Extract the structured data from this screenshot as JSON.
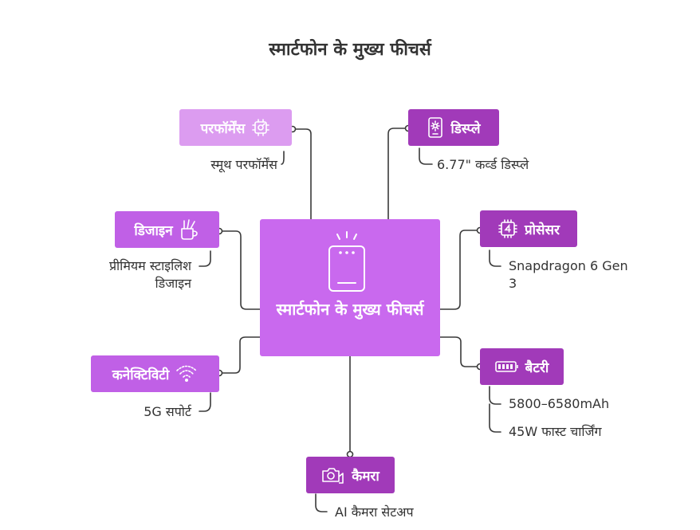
{
  "title": "स्मार्टफोन के मुख्य फीचर्स",
  "center": {
    "label": "स्मार्टफोन के मुख्य फीचर्स",
    "icon": "smartphone-icon"
  },
  "colors": {
    "center": "#c969ee",
    "light": "#dc9cf0",
    "medium": "#c060e6",
    "dark": "#a13ab9",
    "line": "#3a3a3a"
  },
  "nodes": {
    "performance": {
      "label": "परफॉर्मेंस",
      "icon": "chip-gear-icon",
      "detail": "स्मूथ परफॉर्मेंस"
    },
    "design": {
      "label": "डिजाइन",
      "icon": "pencil-cup-icon",
      "detail_lines": [
        "प्रीमियम स्टाइलिश",
        "डिजाइन"
      ]
    },
    "connectivity": {
      "label": "कनेक्टिविटी",
      "icon": "wifi-icon",
      "detail": "5G सपोर्ट"
    },
    "display": {
      "label": "डिस्प्ले",
      "icon": "phone-display-icon",
      "detail": "6.77\" कर्व्ड डिस्प्ले"
    },
    "processor": {
      "label": "प्रोसेसर",
      "icon": "processor-chip-icon",
      "detail_lines": [
        "Snapdragon 6 Gen",
        "3"
      ]
    },
    "battery": {
      "label": "बैटरी",
      "icon": "battery-icon",
      "details": [
        "5800–6580mAh",
        "45W फास्ट चार्जिंग"
      ]
    },
    "camera": {
      "label": "कैमरा",
      "icon": "camera-icon",
      "detail": "AI कैमरा सेटअप"
    }
  }
}
